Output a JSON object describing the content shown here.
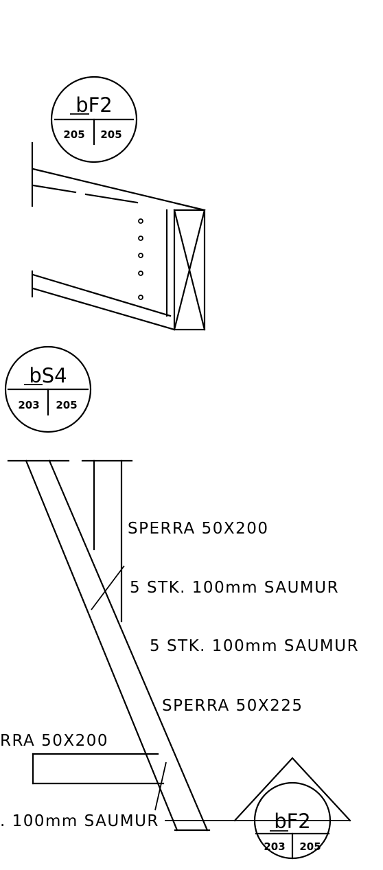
{
  "colors": {
    "line": "#000000",
    "background": "#ffffff"
  },
  "section_markers": [
    {
      "id": "top",
      "code": "bF2",
      "ref_left": "205",
      "ref_right": "205"
    },
    {
      "id": "middle",
      "code": "bS4",
      "ref_left": "203",
      "ref_right": "205"
    },
    {
      "id": "bottom",
      "code": "bF2",
      "ref_left": "203",
      "ref_right": "205"
    }
  ],
  "labels": {
    "sperra_upper": "SPERRA 50X200",
    "saumur_upper": "5 STK. 100mm SAUMUR",
    "saumur_middle": "5 STK. 100mm SAUMUR",
    "sperra_diagonal": "SPERRA 50X225",
    "sperra_lower": "RRA 50X200",
    "saumur_lower": ". 100mm SAUMUR"
  }
}
